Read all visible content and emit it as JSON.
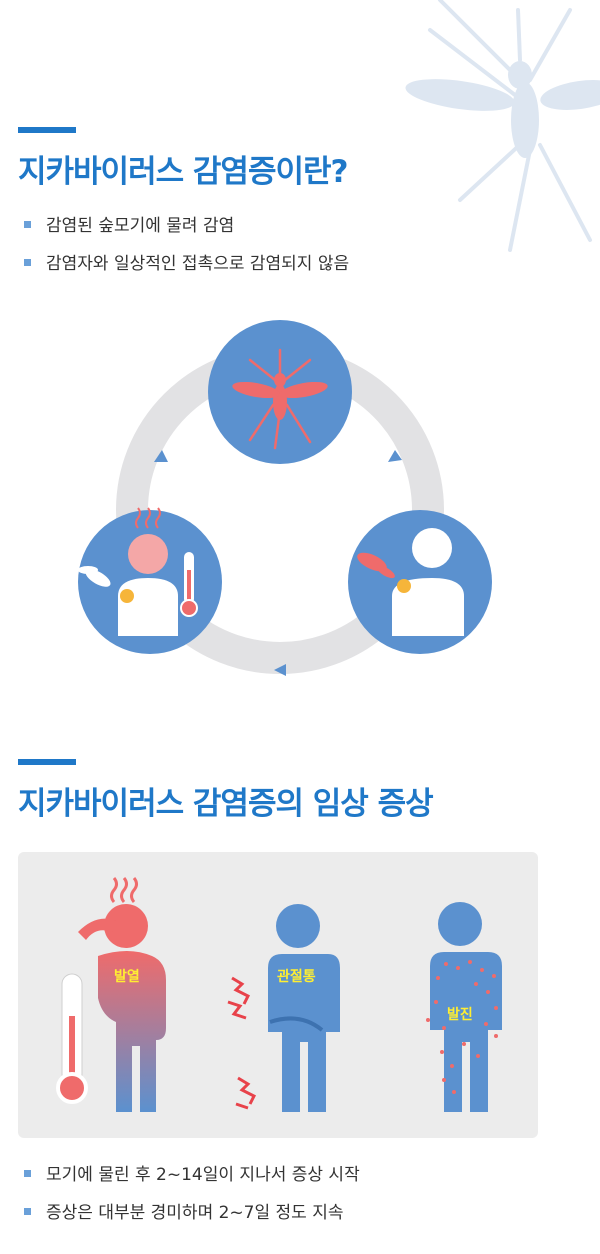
{
  "section1": {
    "title": "지카바이러스 감염증이란?",
    "bullets": [
      "감염된 숲모기에 물려 감염",
      "감염자와 일상적인 접촉으로 감염되지 않음"
    ]
  },
  "cycle_diagram": {
    "nodes": [
      "mosquito-icon",
      "fever-patient-icon",
      "bitten-person-icon"
    ],
    "colors": {
      "circle": "#5b91cf",
      "ring": "#e2e2e4",
      "accent": "#ef6b6b",
      "arrow": "#5b91cf"
    }
  },
  "section2": {
    "title": "지카바이러스 감염증의 임상 증상",
    "symptoms": [
      {
        "label": "발열",
        "icon": "fever-figure-icon"
      },
      {
        "label": "관절통",
        "icon": "joint-pain-figure-icon"
      },
      {
        "label": "발진",
        "icon": "rash-figure-icon"
      }
    ],
    "bullets": [
      "모기에 물린 후 2~14일이 지나서 증상 시작",
      "증상은 대부분 경미하며 2~7일 정도 지속"
    ]
  }
}
